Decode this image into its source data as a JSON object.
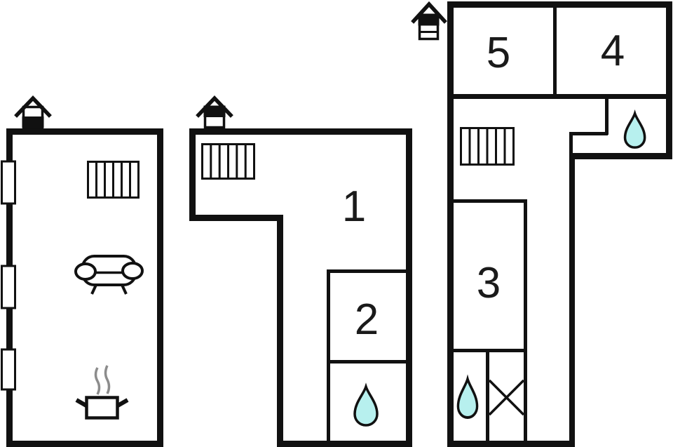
{
  "colors": {
    "wall": "#111111",
    "water_fill": "#b7f0ee",
    "water_outline": "#111111",
    "steam": "#8c8c8c",
    "background": "#ffffff",
    "label_text": "#1a1a1a"
  },
  "floors": [
    {
      "name": "ground-floor",
      "level_icon": {
        "type": "house-floor-indicator",
        "bands": 2,
        "filled_band": "bottom"
      },
      "rooms": [],
      "symbols": {
        "staircase": 1,
        "window_openings": 3,
        "sofa": 1,
        "stove_pot": 1
      }
    },
    {
      "name": "middle-floor",
      "level_icon": {
        "type": "house-floor-indicator",
        "bands": 2,
        "filled_band": "top"
      },
      "rooms": [
        {
          "label": "1"
        },
        {
          "label": "2"
        }
      ],
      "symbols": {
        "staircase": 1,
        "water_drops": 1
      }
    },
    {
      "name": "top-floor",
      "level_icon": {
        "type": "house-floor-indicator",
        "bands": 3,
        "filled_band": "top"
      },
      "rooms": [
        {
          "label": "5"
        },
        {
          "label": "4"
        },
        {
          "label": "3"
        }
      ],
      "symbols": {
        "staircase": 1,
        "water_drops": 2,
        "crossed_box": 1
      }
    }
  ]
}
